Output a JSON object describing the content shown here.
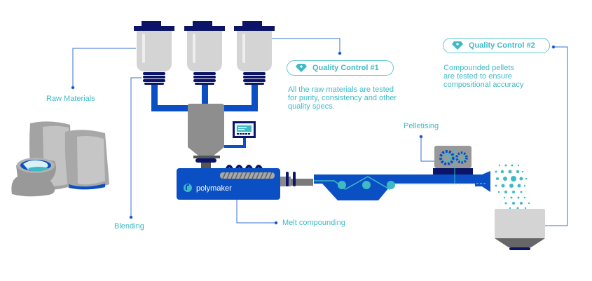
{
  "labels": {
    "raw_materials": "Raw Materials",
    "blending": "Blending",
    "melt_compounding": "Melt compounding",
    "pelletising": "Pelletising"
  },
  "quality_control_1": {
    "title": "Quality Control #1",
    "description_lines": [
      "All the raw materials are tested",
      "for purity, consistency and other",
      "quality specs."
    ]
  },
  "quality_control_2": {
    "title": "Quality Control #2",
    "description_lines": [
      "Compounded pellets",
      "are tested to ensure",
      "compositional accuracy"
    ]
  },
  "brand": {
    "name": "polymaker"
  },
  "colors": {
    "accent_teal": "#3fbac4",
    "machine_blue": "#0a4fc4",
    "dark_navy": "#0b1467",
    "hopper_grey": "#d4d4d4",
    "line_blue": "#3a6fd8"
  }
}
